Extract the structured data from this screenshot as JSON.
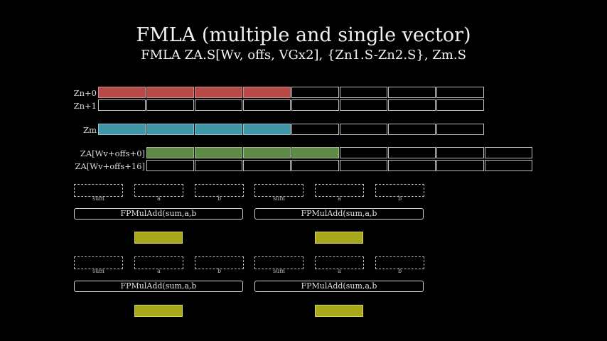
{
  "title": "FMLA (multiple and single vector)",
  "subtitle": "FMLA ZA.S[Wv, offs, VGx2], {Zn1.S-Zn2.S}, Zm.S",
  "registers": {
    "zn0": "Zn+0",
    "zn1": "Zn+1",
    "zm": "Zm",
    "za0": "ZA[Wv+offs+0]",
    "za16": "ZA[Wv+offs+16]"
  },
  "operand_labels": {
    "sum": "sum",
    "a": "a",
    "b": "b"
  },
  "op_label": "FPMulAdd(sum,a,b",
  "colors": {
    "zn_filled": "#b64a47",
    "zm_filled": "#3f97a8",
    "za_filled": "#5f8a45",
    "result": "#a9a81a"
  }
}
